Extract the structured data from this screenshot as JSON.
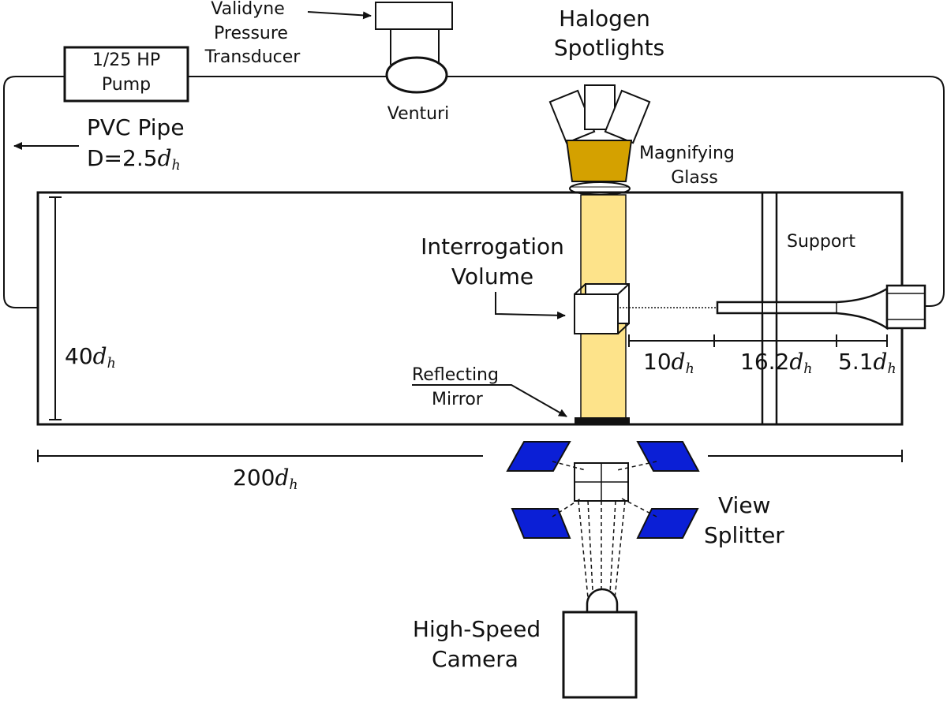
{
  "colors": {
    "line": "#111111",
    "beam": "#fde38a",
    "glass_gold": "#d4a100",
    "mirror_blue": "#0b1fd6",
    "background": "#ffffff"
  },
  "labels": {
    "validyne_1": "Validyne",
    "validyne_2": "Pressure",
    "validyne_3": "Transducer",
    "pump_1": "1/25 HP",
    "pump_2": "Pump",
    "venturi": "Venturi",
    "halogen_1": "Halogen",
    "halogen_2": "Spotlights",
    "pvc_1": "PVC Pipe",
    "pvc_2_prefix": "D=2.5",
    "magnifying_1": "Magnifying",
    "magnifying_2": "Glass",
    "support": "Support",
    "interrogation_1": "Interrogation",
    "interrogation_2": "Volume",
    "height_prefix": "40",
    "dim_10_prefix": "10",
    "dim_16_prefix": "16.2",
    "dim_5_prefix": "5.1",
    "reflecting_1": "Reflecting",
    "reflecting_2": "Mirror",
    "length_prefix": "200",
    "view_1": "View",
    "view_2": "Splitter",
    "camera_1": "High-Speed",
    "camera_2": "Camera",
    "d_symbol": "d",
    "h_subscript": "h"
  }
}
